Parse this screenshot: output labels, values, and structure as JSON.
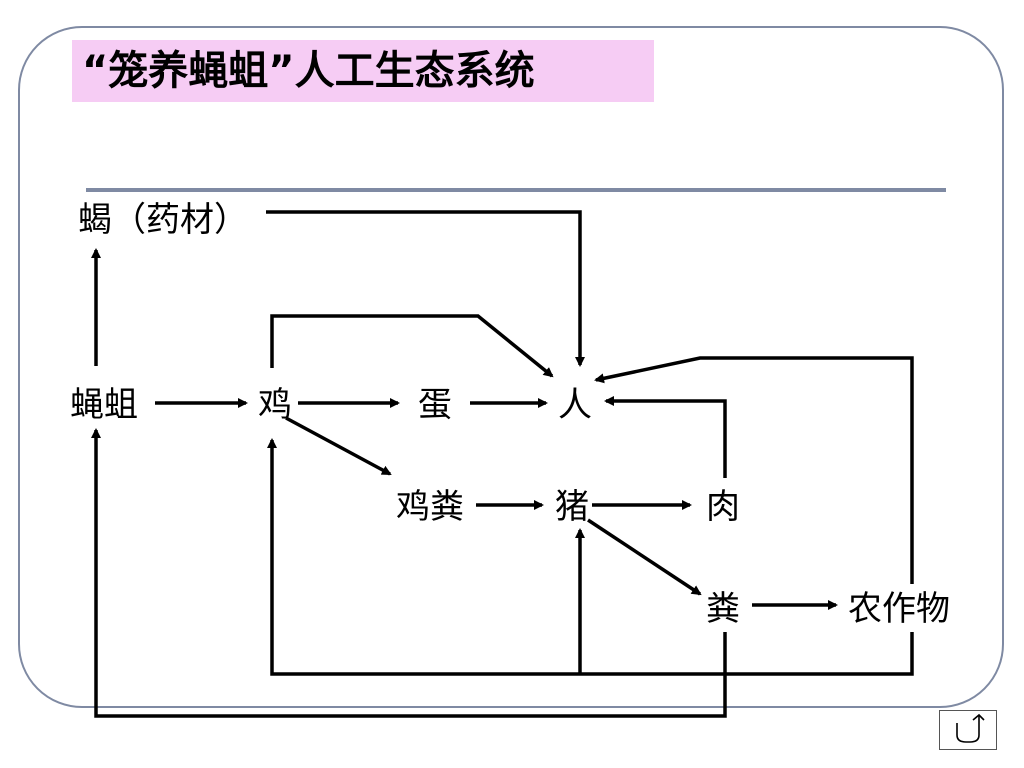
{
  "slide": {
    "title": "“笼养蝇蛆”人工生态系统"
  },
  "diagram": {
    "nodes": {
      "xie": "蝎（药材）",
      "yingqu": "蝇蛆",
      "ji": "鸡",
      "dan": "蛋",
      "ren": "人",
      "jifen": "鸡粪",
      "zhu": "猪",
      "rou": "肉",
      "fen": "粪",
      "zuowu": "农作物"
    }
  },
  "nav": {
    "icon": "return-arrow-icon"
  }
}
